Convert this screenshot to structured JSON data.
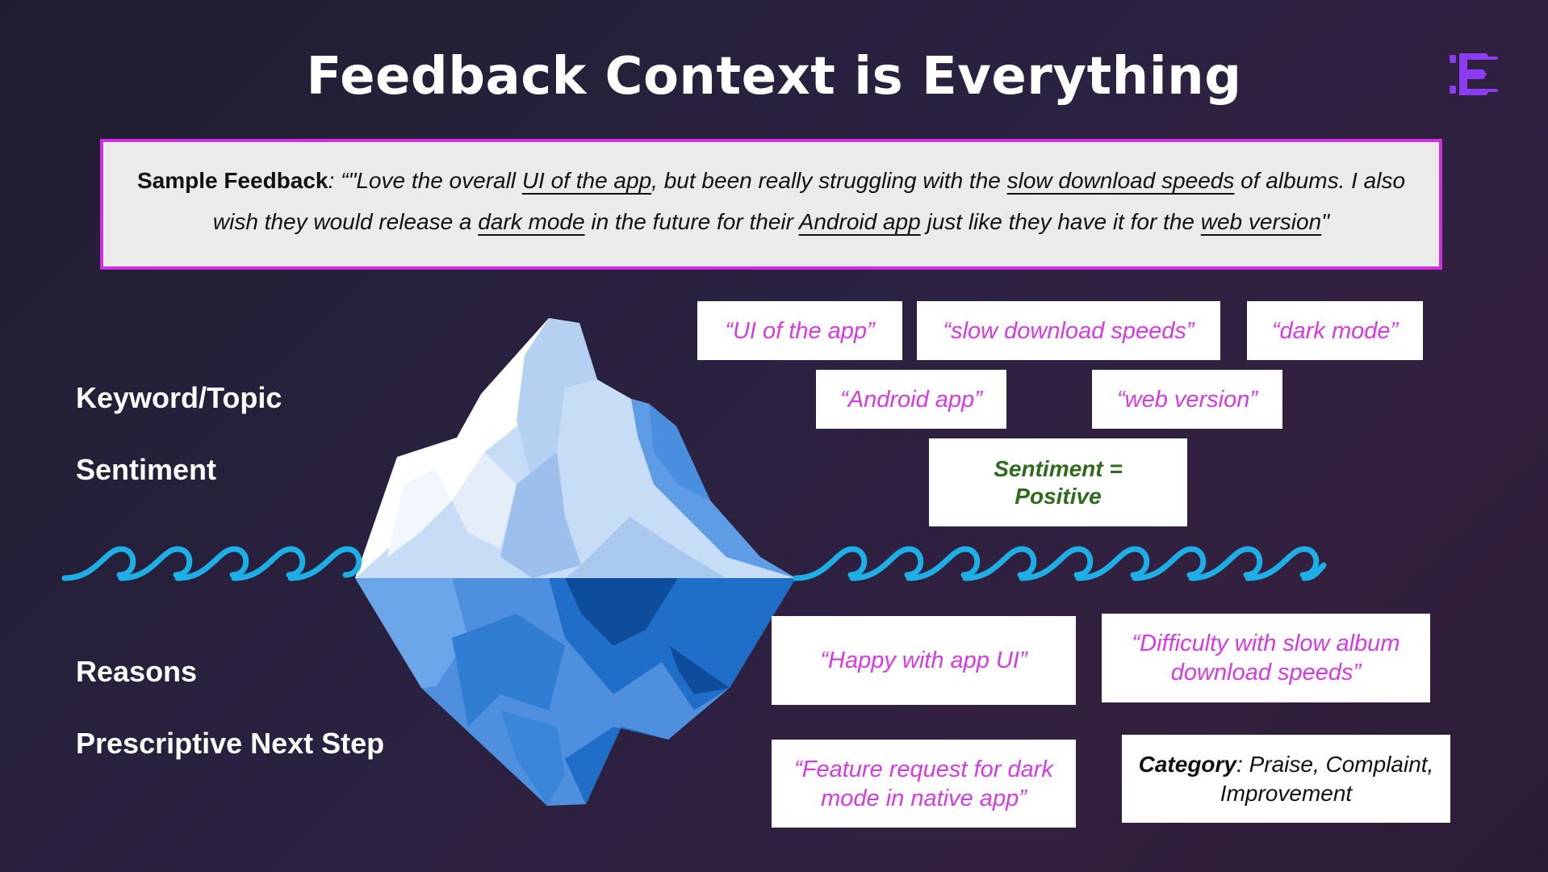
{
  "header": {
    "title": "Feedback Context is Everything",
    "logo_text": "E",
    "logo_color": "#8b3cf0"
  },
  "feedback": {
    "lead": "Sample Feedback",
    "sep": ": “",
    "segments": [
      {
        "text": "\"Love the overall ",
        "u": false
      },
      {
        "text": "UI of the app",
        "u": true
      },
      {
        "text": ", but been really struggling with the ",
        "u": false
      },
      {
        "text": "slow download speeds",
        "u": true
      },
      {
        "text": " of albums. I also wish they would release a ",
        "u": false
      },
      {
        "text": "dark mode",
        "u": true
      },
      {
        "text": " in the future for their ",
        "u": false
      },
      {
        "text": "Android app",
        "u": true
      },
      {
        "text": " just like they have it for the ",
        "u": false
      },
      {
        "text": "web version",
        "u": true
      },
      {
        "text": "\"",
        "u": false
      }
    ],
    "border_color": "#d02fe3"
  },
  "labels": {
    "keyword": "Keyword/Topic",
    "sentiment": "Sentiment",
    "reasons": "Reasons",
    "next_step": "Prescriptive Next Step"
  },
  "keywords": {
    "k1": "“UI of the app”",
    "k2": "“slow download speeds”",
    "k3": "“dark mode”",
    "k4": "“Android app”",
    "k5": "“web version”"
  },
  "sentiment": {
    "line1": "Sentiment =",
    "line2": "Positive"
  },
  "reasons": {
    "r1": "“Happy with app UI”",
    "r2": "“Difficulty with slow album download speeds”"
  },
  "next_steps": {
    "n1": "“Feature request for dark mode in native app”",
    "category_label": "Category",
    "category_rest": ":  Praise, Complaint, Improvement"
  },
  "colors": {
    "accent_magenta": "#d63ae2",
    "sentiment_green": "#2e6b1c",
    "wave": "#1eaee6",
    "ice_top": "#ffffff",
    "ice_blue": "#1f6fc9"
  }
}
